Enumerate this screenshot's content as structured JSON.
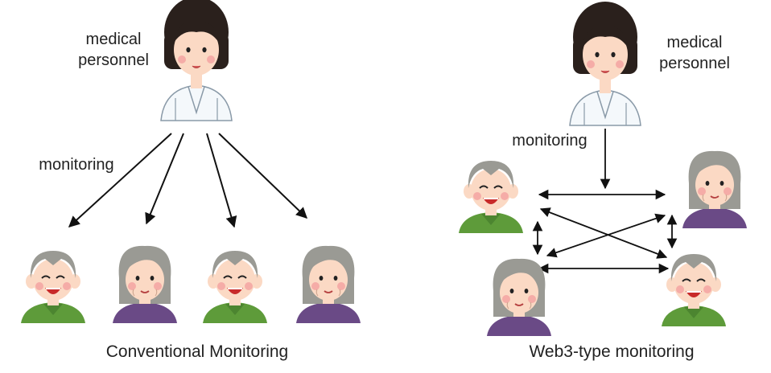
{
  "conventional": {
    "personnel_label_line1": "medical",
    "personnel_label_line2": "personnel",
    "monitoring_label": "monitoring",
    "caption": "Conventional Monitoring"
  },
  "web3": {
    "personnel_label_line1": "medical",
    "personnel_label_line2": "personnel",
    "monitoring_label": "monitoring",
    "caption": "Web3-type monitoring"
  },
  "colors": {
    "arrow": "#111111",
    "hair_doctor": "#2a201c",
    "skin": "#fbd9c4",
    "cheek": "#f4a0a0",
    "coat": "#f4f8fb",
    "grey_hair": "#9a9a94",
    "green_shirt": "#5e9b3a",
    "purple_shirt": "#6a4a86"
  }
}
